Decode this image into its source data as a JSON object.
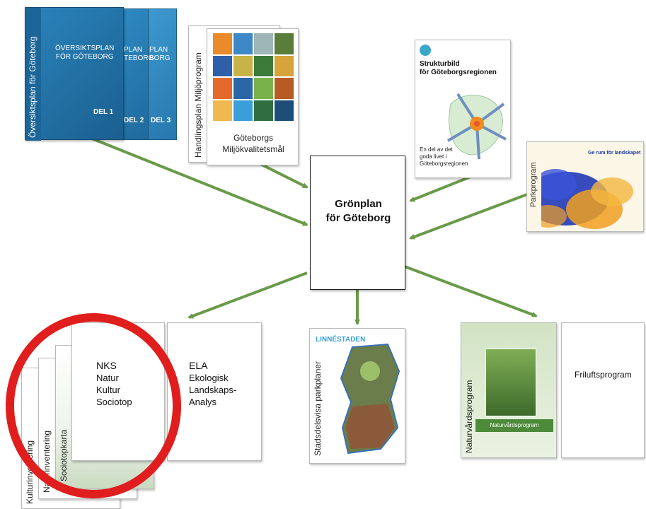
{
  "center": {
    "line1": "Grönplan",
    "line2": "för Göteborg"
  },
  "oversiktsplan": {
    "spine": "Översiktsplan för Göteborg",
    "title1": "ÖVERSIKTSPLAN",
    "title2": "FÖR GÖTEBORG",
    "del1": "DEL 1",
    "part2a": "PLAN",
    "part2b": "TEBORG",
    "del2": "DEL 2",
    "part3a": "PLAN",
    "part3b": "BORG",
    "del3": "DEL 3"
  },
  "miljoprogram": {
    "spine": "Handlingsplan Miljöprogram",
    "line1": "Göteborgs",
    "line2": "Miljökvalitetsmål"
  },
  "strukturbild": {
    "title1": "Strukturbild",
    "title2": "för Göteborgsregionen",
    "foot1": "En del av det",
    "foot2": "goda livet i",
    "foot3": "Göteborgsregionen"
  },
  "parkprogram": {
    "spine": "Parkprogram",
    "subtitle": "Ge rum för landskapet"
  },
  "nks": {
    "line1": "NKS",
    "line2": "Natur",
    "line3": "Kultur",
    "line4": "Sociotop"
  },
  "ela": {
    "line1": "ELA",
    "line2": "Ekologisk",
    "line3": "Landskaps-",
    "line4": "Analys"
  },
  "stack": {
    "spine1": "Kulturinventering",
    "spine2": "Naturinventering",
    "spine3": "Sociotopkarta"
  },
  "linnestaden": {
    "header": "LINNÉSTADEN",
    "spine": "Stadsdelsvisa parkplaner"
  },
  "naturvard": {
    "spine": "Naturvårdsprogram",
    "banner": "Naturvårdsprogram"
  },
  "friluft": {
    "label": "Friluftsprogram"
  },
  "colors": {
    "arrow": "#6a9a49",
    "highlight_circle": "#e01e1e",
    "oversikt_blue": "#2a7fb4",
    "park_blue": "#2238b8",
    "park_orange": "#f0a020"
  }
}
